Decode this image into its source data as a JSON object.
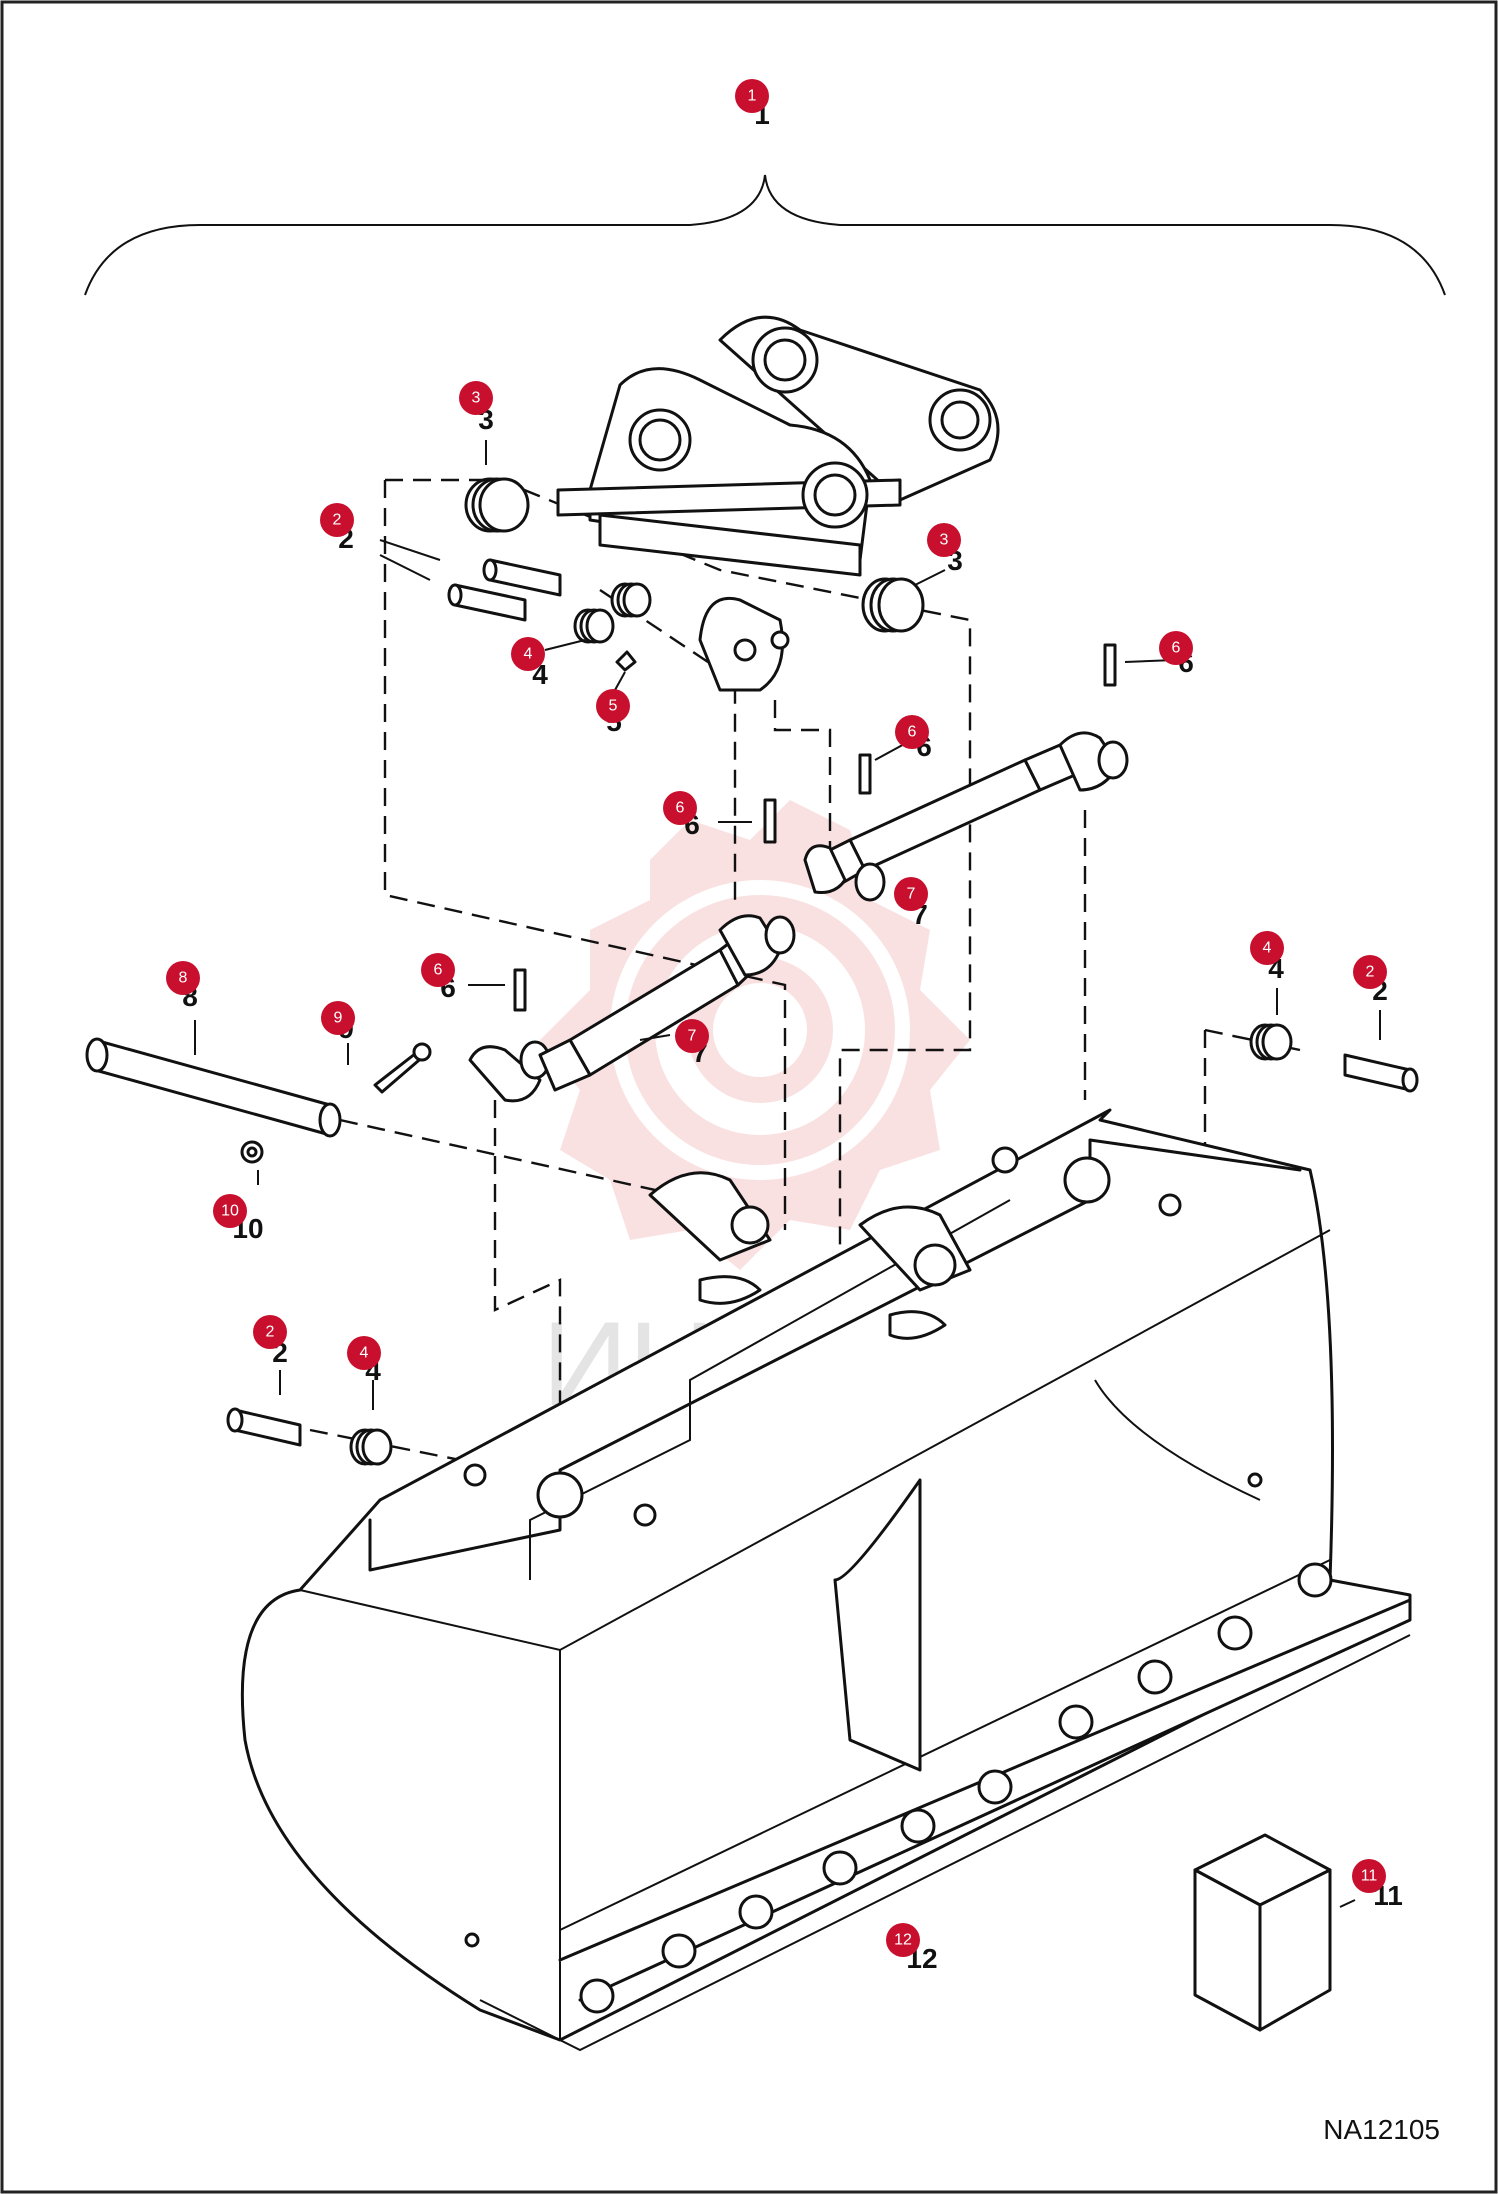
{
  "drawing_code": "NA12105",
  "watermark_text": "ИНТЕХ",
  "callouts": [
    {
      "id": "callout-1",
      "number": "1"
    },
    {
      "id": "callout-2a",
      "number": "2"
    },
    {
      "id": "callout-3a",
      "number": "3"
    },
    {
      "id": "callout-3b",
      "number": "3"
    },
    {
      "id": "callout-4a",
      "number": "4"
    },
    {
      "id": "callout-5",
      "number": "5"
    },
    {
      "id": "callout-6a",
      "number": "6"
    },
    {
      "id": "callout-6b",
      "number": "6"
    },
    {
      "id": "callout-6c",
      "number": "6"
    },
    {
      "id": "callout-6d",
      "number": "6"
    },
    {
      "id": "callout-7a",
      "number": "7"
    },
    {
      "id": "callout-7b",
      "number": "7"
    },
    {
      "id": "callout-8",
      "number": "8"
    },
    {
      "id": "callout-9",
      "number": "9"
    },
    {
      "id": "callout-10",
      "number": "10"
    },
    {
      "id": "callout-4b",
      "number": "4"
    },
    {
      "id": "callout-2b",
      "number": "2"
    },
    {
      "id": "callout-2c",
      "number": "2"
    },
    {
      "id": "callout-4c",
      "number": "4"
    },
    {
      "id": "callout-11",
      "number": "11"
    },
    {
      "id": "callout-12",
      "number": "12"
    }
  ],
  "colors": {
    "badge": "#c8102e",
    "line": "#111111",
    "watermark": "#f2b8b8"
  }
}
